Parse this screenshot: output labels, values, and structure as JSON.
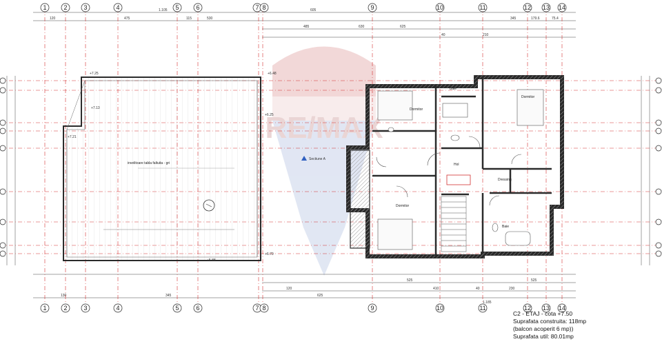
{
  "grid": {
    "top_numbers": [
      "1",
      "2",
      "3",
      "4",
      "5",
      "6",
      "7",
      "8",
      "9",
      "10",
      "11",
      "12",
      "13",
      "14"
    ],
    "bottom_numbers": [
      "1",
      "2",
      "3",
      "4",
      "5",
      "6",
      "7",
      "8",
      "9",
      "10",
      "11",
      "12",
      "13",
      "14"
    ]
  },
  "rooms": {
    "roof": "invelitoare tabla faltuita - gri",
    "hol": "Hol",
    "dormitor_top": "Dormitor",
    "dormitor_right": "Dormitor",
    "dormitor_bottom": "Dormitor",
    "dressing": "Dressing",
    "baie_top": "Baie",
    "baie_bottom": "Baie"
  },
  "annotations": {
    "section_label": "Sectiune A",
    "level_a": "+6.25",
    "level_b": "+6.48",
    "level_c": "+7.13",
    "level_d": "+7.21",
    "level_e": "+7.25",
    "level_f": "+6.70",
    "level_g": "+5.88"
  },
  "dims_top": [
    "120",
    "605",
    "475",
    "115",
    "530",
    "485",
    "630",
    "625",
    "1.105",
    "40",
    "210",
    "345",
    "179.6",
    "75.4"
  ],
  "dims_bottom": [
    "130",
    "345",
    "625",
    "525",
    "525",
    "120",
    "40",
    "1.185",
    "230",
    "410"
  ],
  "watermark": "RE/MAX",
  "colors": {
    "grid_line": "#d23030",
    "wall": "#2a2a2a",
    "hatch": "#9a9a9a",
    "watermark_red": "#e8b8b8",
    "watermark_blue": "#c9d3ea"
  },
  "caption": {
    "line1": "C2 - ETAJ - cota +7.50",
    "line2": "Suprafata construita: 118mp",
    "line3": "(balcon acoperit 6 mp))",
    "line4": "Suprafata util: 80.01mp"
  }
}
